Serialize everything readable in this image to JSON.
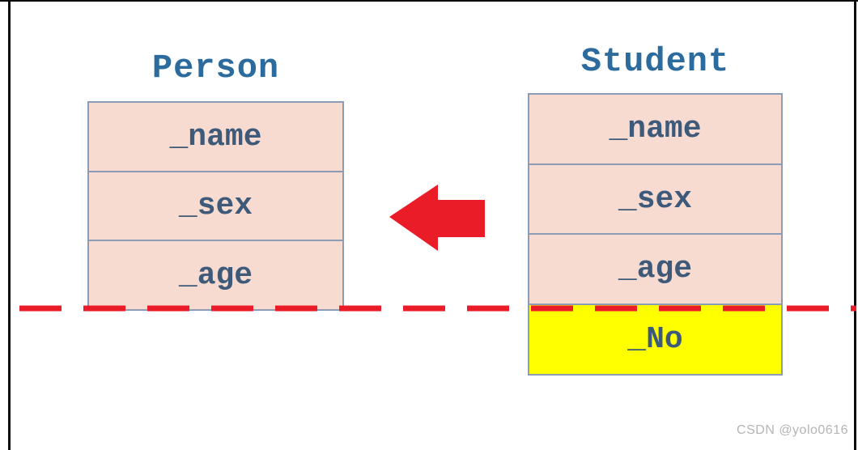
{
  "person_class": {
    "title": "Person",
    "fields": [
      "_name",
      "_sex",
      "_age"
    ]
  },
  "student_class": {
    "title": "Student",
    "fields": [
      "_name",
      "_sex",
      "_age"
    ],
    "highlight_field": "_No"
  },
  "icons": {
    "inherit_arrow": "left-block-arrow",
    "slice_line": "red-dashed-horizontal-line"
  },
  "colors": {
    "accent_red": "#ea1c28",
    "row_pink": "#f8dbd0",
    "highlight_yellow": "#ffff00",
    "box_border": "#8a9cb6",
    "title_blue": "#2c6b9d",
    "field_navy": "#3d5a7a",
    "frame_black": "#0a0a0a",
    "watermark_gray": "#b5b5b5"
  },
  "watermark": "CSDN @yolo0616"
}
